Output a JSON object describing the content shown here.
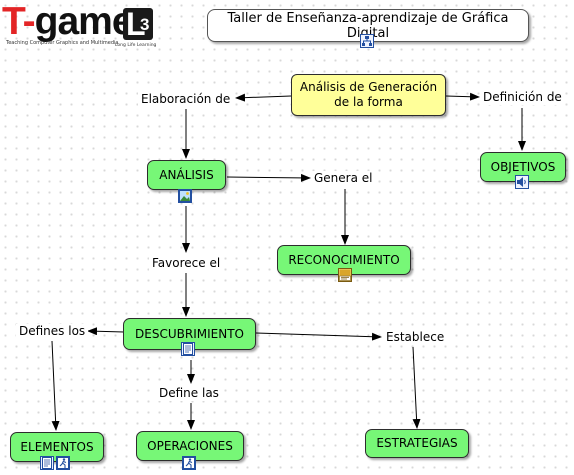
{
  "logo": {
    "brand_t": "T-",
    "brand_game": "game",
    "brand_l": "L",
    "brand_num": "3",
    "tagline": "Teaching Computer Graphics and Multimedia",
    "sub": "Long Life Learning"
  },
  "map": {
    "title": "Taller de Enseñanza-aprendizaje de Gráfica Digital",
    "root": "Análisis de Generación de la forma",
    "concepts": {
      "analisis": "ANÁLISIS",
      "objetivos": "OBJETIVOS",
      "reconocimiento": "RECONOCIMIENTO",
      "descubrimiento": "DESCUBRIMIENTO",
      "elementos": "ELEMENTOS",
      "operaciones": "OPERACIONES",
      "estrategias": "ESTRATEGIAS"
    },
    "phrases": {
      "elaboracion_de": "Elaboración de",
      "definicion_de": "Definición de",
      "genera_el": "Genera el",
      "favorece_el": "Favorece el",
      "defines_los": "Defines los",
      "establece": "Establece",
      "define_las": "Define las"
    }
  },
  "icons": {
    "title": [
      "submap-icon"
    ],
    "analisis": [
      "image-icon"
    ],
    "objetivos": [
      "audio-icon"
    ],
    "reconocimiento": [
      "html-icon"
    ],
    "descubrimiento": [
      "document-icon"
    ],
    "elementos": [
      "document-icon",
      "video-icon"
    ],
    "operaciones": [
      "video-icon"
    ]
  },
  "colors": {
    "concept_fill": "#77f777",
    "root_fill": "#ffff99",
    "logo_red": "#e32526"
  }
}
